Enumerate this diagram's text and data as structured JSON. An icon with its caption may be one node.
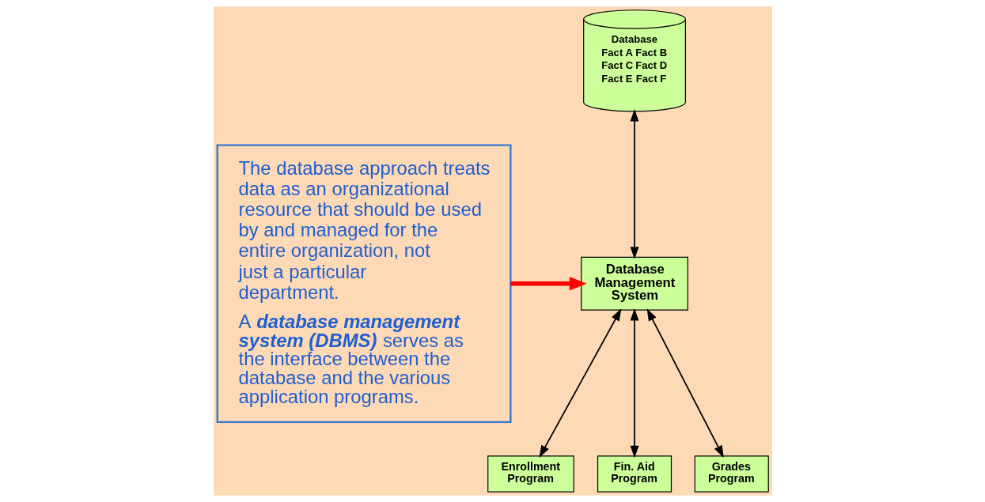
{
  "diagram": {
    "nodes": [
      {
        "text": [
          "Database",
          "Fact A",
          "Fact B",
          "Fact C",
          "Fact D",
          "Fact E",
          "Fact F"
        ]
      },
      {
        "text": [
          "Database Management System"
        ]
      },
      {
        "text": [
          "Enrollment Program"
        ]
      },
      {
        "text": [
          "Fin. Aid Program"
        ]
      },
      {
        "text": [
          "Grades Program"
        ]
      },
      {
        "text": [
          "The database approach treats data as an organizational resource that should be used by and managed for the entire organization, not just a particular department.",
          "A **database management system (DBMS)** serves as the interface between the database and the various application programs."
        ]
      }
    ],
    "edges": [
      {
        "from": 0,
        "to": 1,
        "arrow": "both"
      },
      {
        "from": 1,
        "to": 2,
        "arrow": "both"
      },
      {
        "from": 1,
        "to": 3,
        "arrow": "both"
      },
      {
        "from": 1,
        "to": 4,
        "arrow": "both"
      },
      {
        "from": 5,
        "to": 1,
        "arrow": "to",
        "style": "thick",
        "color": "#ff0000"
      }
    ]
  }
}
